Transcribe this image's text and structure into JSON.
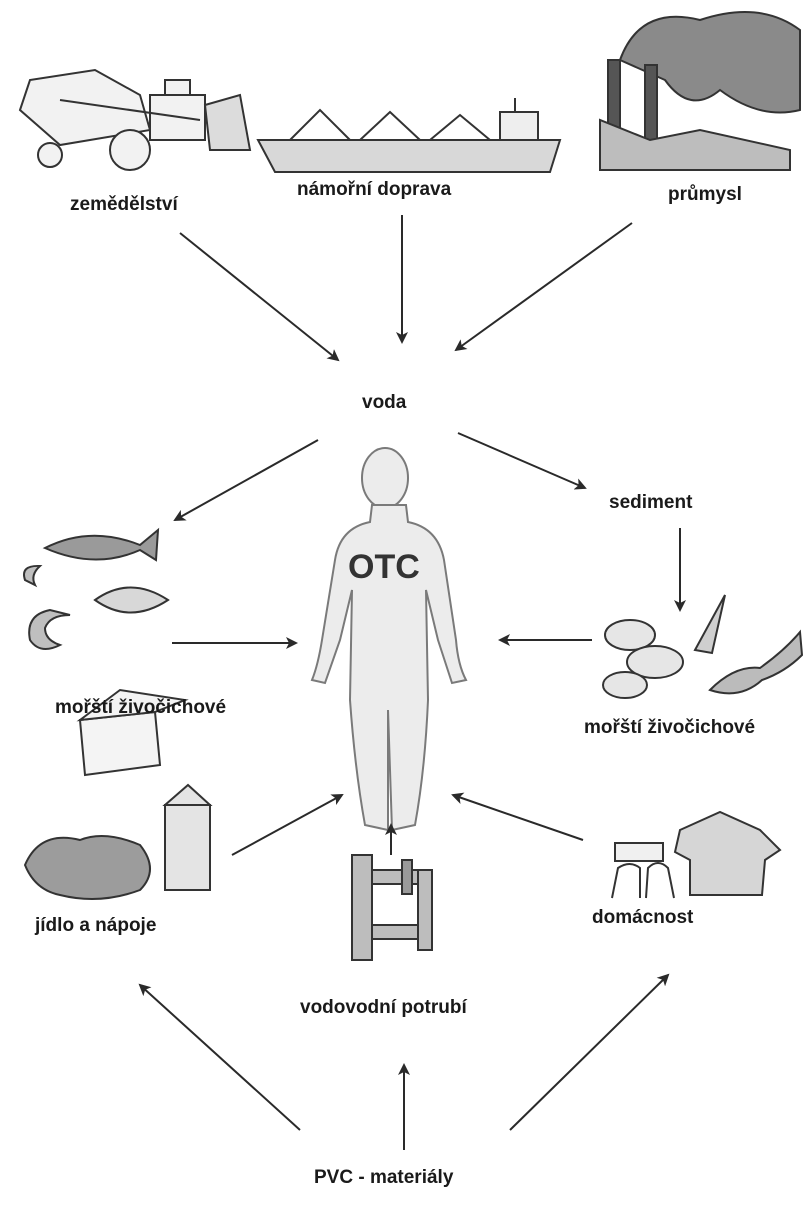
{
  "diagram": {
    "center_label": "OTC",
    "sources": {
      "agriculture": "zemědělství",
      "shipping": "námořní doprava",
      "industry": "průmysl"
    },
    "water": "voda",
    "sediment": "sediment",
    "seafood_left": "mořští živočichové",
    "seafood_right": "mořští živočichové",
    "food": "jídlo a nápoje",
    "household": "domácnost",
    "pipes": "vodovodní potrubí",
    "pvc": "PVC - materiály"
  },
  "colors": {
    "arrow": "#2a2a2a",
    "human_fill": "#ececec",
    "human_stroke": "#7a7a7a",
    "text": "#1a1a1a"
  },
  "icons": [
    "harvester-icon",
    "cargo-ship-icon",
    "factory-icon",
    "fish-icon",
    "shrimp-icon",
    "flatfish-icon",
    "clams-icon",
    "lobster-icon",
    "squid-icon",
    "food-box-icon",
    "milk-carton-icon",
    "groceries-icon",
    "soap-bar-icon",
    "shirt-icon",
    "mittens-icon",
    "pipe-icon",
    "human-figure-icon"
  ]
}
